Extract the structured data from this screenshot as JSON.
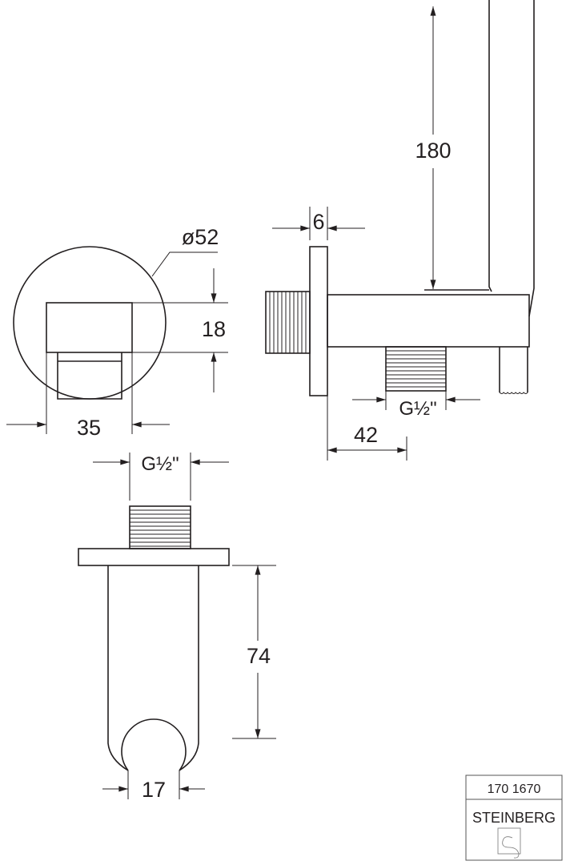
{
  "dimensions": {
    "holder_height": "180",
    "flange_thickness": "6",
    "diameter": "ø52",
    "rosette_height": "18",
    "rosette_width": "35",
    "side_thread": "G½\"",
    "outlet_offset": "42",
    "top_thread": "G½\"",
    "front_height": "74",
    "hole_width": "17"
  },
  "title_block": {
    "article_number": "170 1670",
    "brand": "STEINBERG"
  }
}
